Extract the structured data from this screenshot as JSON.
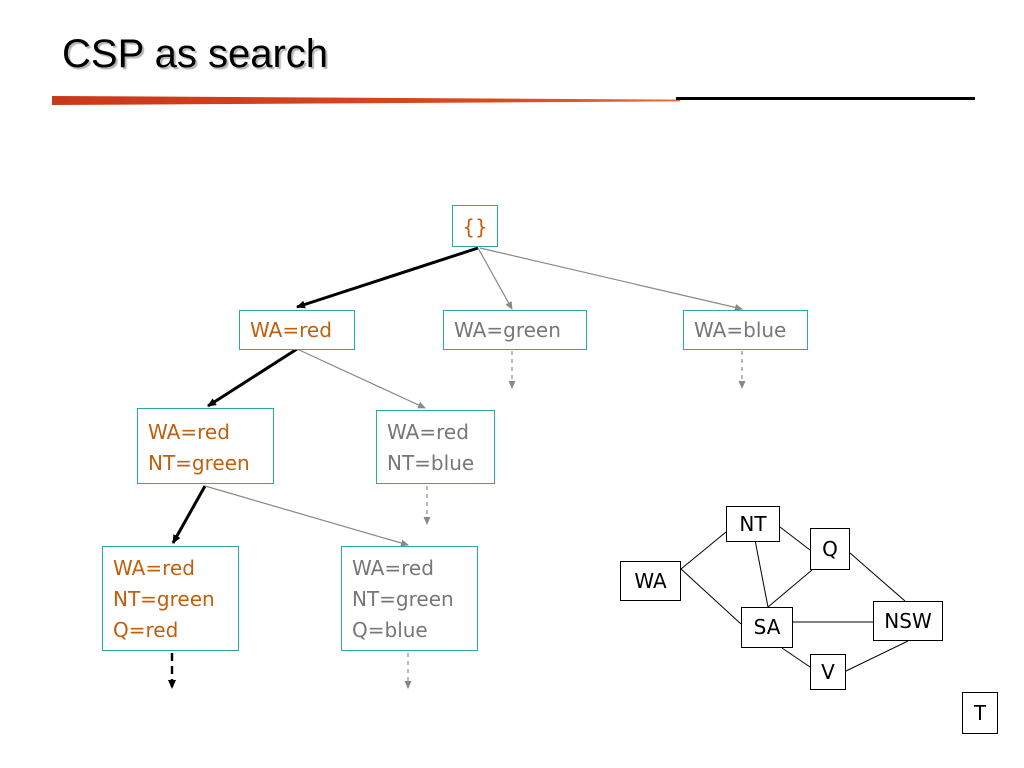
{
  "slide": {
    "title": "CSP as search"
  },
  "tree": {
    "root": "{}",
    "level1": {
      "first": "WA=red",
      "second": "WA=green",
      "third": "WA=blue"
    },
    "level2": {
      "first": [
        "WA=red",
        "NT=green"
      ],
      "second": [
        "WA=red",
        "NT=blue"
      ]
    },
    "level3": {
      "first": [
        "WA=red",
        "NT=green",
        "Q=red"
      ],
      "second": [
        "WA=red",
        "NT=green",
        "Q=blue"
      ]
    }
  },
  "constraint_graph": {
    "nodes": [
      "WA",
      "NT",
      "Q",
      "SA",
      "NSW",
      "V"
    ],
    "separate_node": "T"
  },
  "colors": {
    "active_text": "#c0600c",
    "inactive_text": "#777777",
    "box_border": "#2aa8a8",
    "rule_accent": "#d84a22"
  }
}
